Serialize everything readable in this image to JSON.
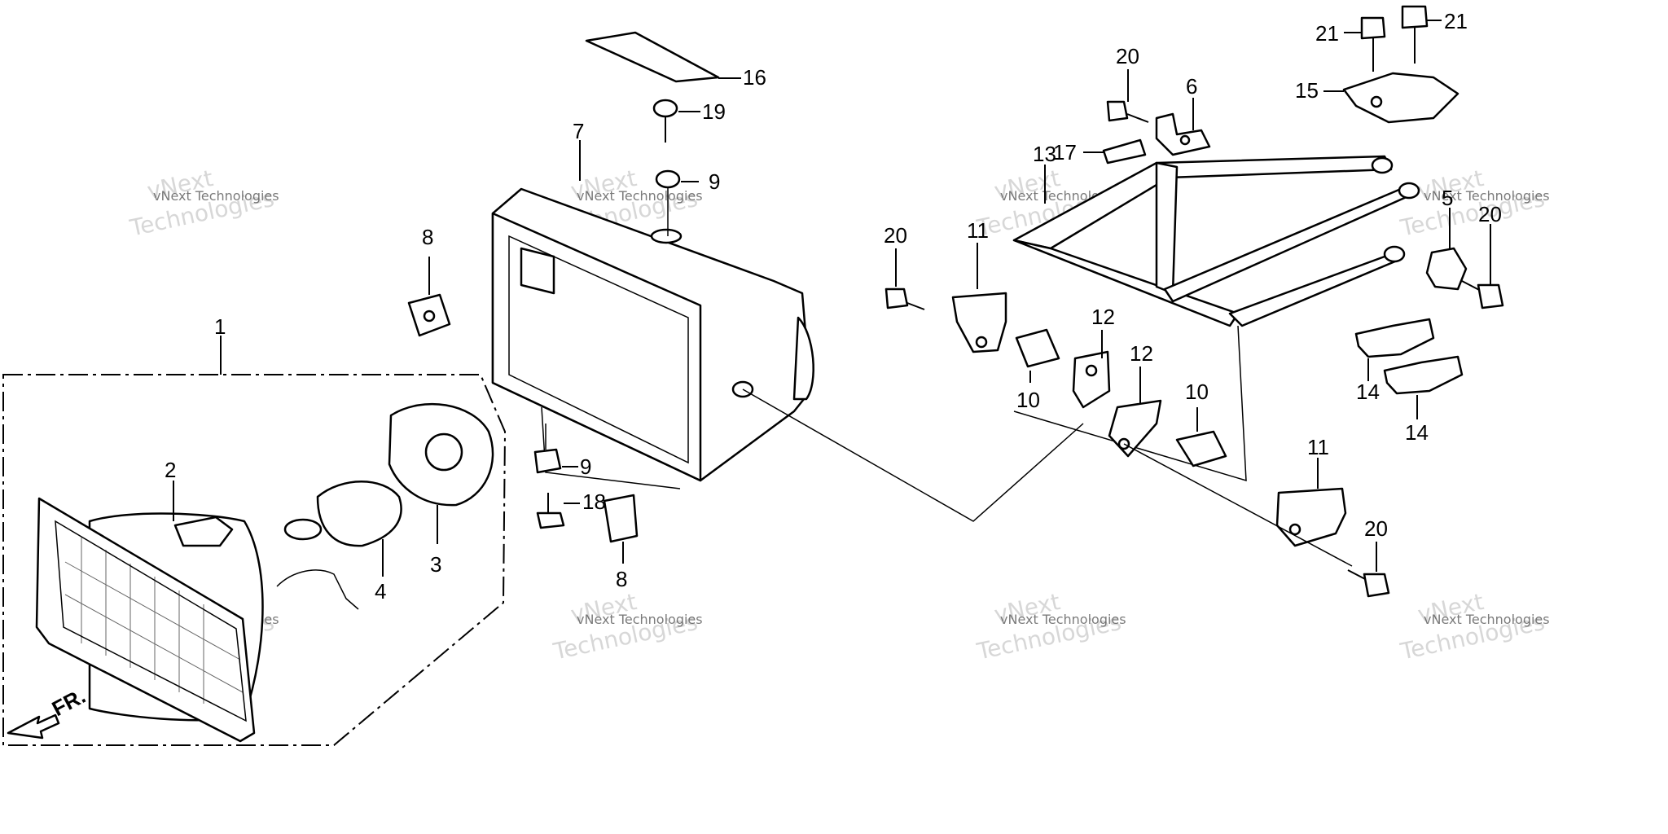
{
  "diagram": {
    "front_marker": "FR.",
    "watermark_line1": "vNext",
    "watermark_line2": "Technologies",
    "watermark_full": "vNext Technologies",
    "callouts": [
      {
        "id": "c1",
        "text": "1"
      },
      {
        "id": "c2",
        "text": "2"
      },
      {
        "id": "c3",
        "text": "3"
      },
      {
        "id": "c4",
        "text": "4"
      },
      {
        "id": "c5",
        "text": "5"
      },
      {
        "id": "c6",
        "text": "6"
      },
      {
        "id": "c7",
        "text": "7"
      },
      {
        "id": "c8a",
        "text": "8"
      },
      {
        "id": "c8b",
        "text": "8"
      },
      {
        "id": "c9a",
        "text": "9"
      },
      {
        "id": "c9b",
        "text": "9"
      },
      {
        "id": "c10a",
        "text": "10"
      },
      {
        "id": "c10b",
        "text": "10"
      },
      {
        "id": "c11a",
        "text": "11"
      },
      {
        "id": "c11b",
        "text": "11"
      },
      {
        "id": "c12a",
        "text": "12"
      },
      {
        "id": "c12b",
        "text": "12"
      },
      {
        "id": "c13",
        "text": "13"
      },
      {
        "id": "c14a",
        "text": "14"
      },
      {
        "id": "c14b",
        "text": "14"
      },
      {
        "id": "c15",
        "text": "15"
      },
      {
        "id": "c16",
        "text": "16"
      },
      {
        "id": "c17",
        "text": "17"
      },
      {
        "id": "c18",
        "text": "18"
      },
      {
        "id": "c19",
        "text": "19"
      },
      {
        "id": "c20a",
        "text": "20"
      },
      {
        "id": "c20b",
        "text": "20"
      },
      {
        "id": "c20c",
        "text": "20"
      },
      {
        "id": "c20d",
        "text": "20"
      },
      {
        "id": "c21a",
        "text": "21"
      },
      {
        "id": "c21b",
        "text": "21"
      }
    ]
  }
}
